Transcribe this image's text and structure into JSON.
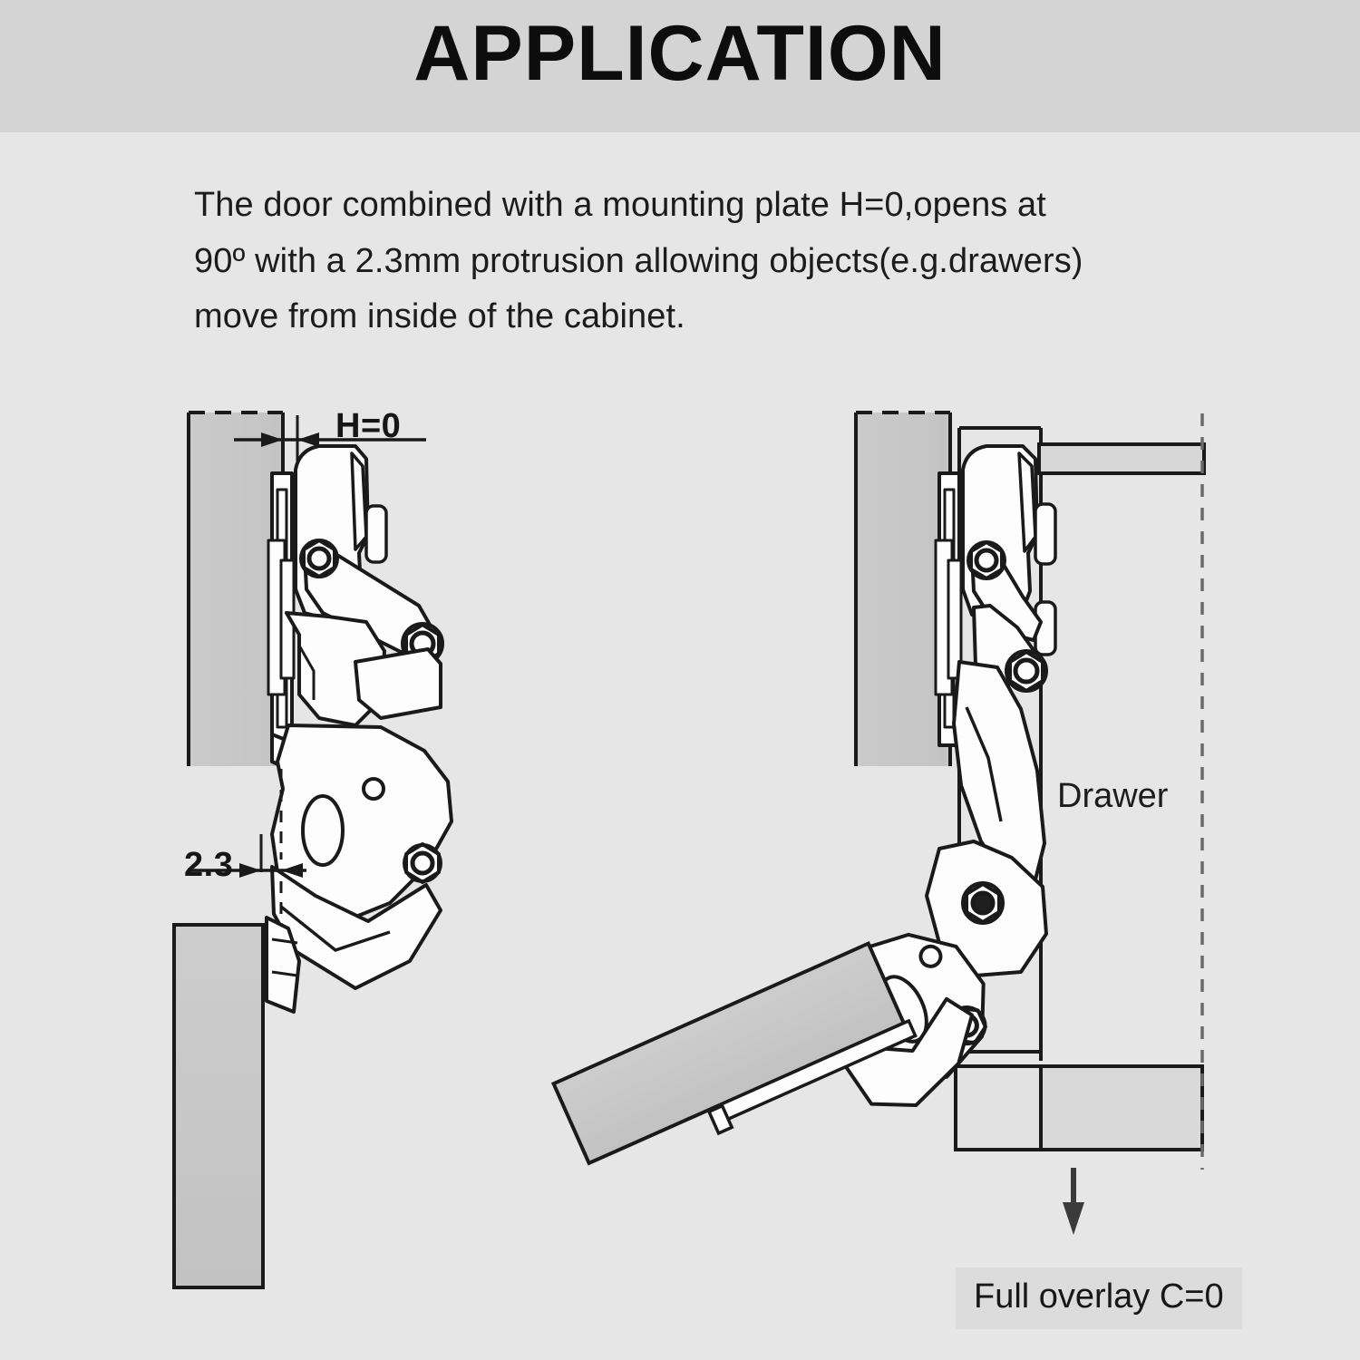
{
  "header": {
    "title": "APPLICATION",
    "band_color": "#d4d4d4"
  },
  "description": {
    "line1": "The door combined with a mounting plate H=0,opens at",
    "line2": "90º with a 2.3mm protrusion allowing objects(e.g.drawers)",
    "line3": "move from inside of the cabinet.",
    "full": "The door combined with a mounting plate H=0,opens at 90º with a 2.3mm protrusion allowing objects(e.g.drawers) move from inside of the cabinet."
  },
  "page": {
    "background_color": "#e6e6e6",
    "line_color": "#1a1a1a",
    "panel_fill": "#c9c9c9"
  },
  "left_diagram": {
    "name": "closed-door-hinge-section",
    "dimension_h": "H=0",
    "dimension_protrusion": "2.3"
  },
  "right_diagram": {
    "name": "open-door-drawer-section",
    "drawer_label": "Drawer",
    "overlay_note": "Full overlay C=0"
  }
}
